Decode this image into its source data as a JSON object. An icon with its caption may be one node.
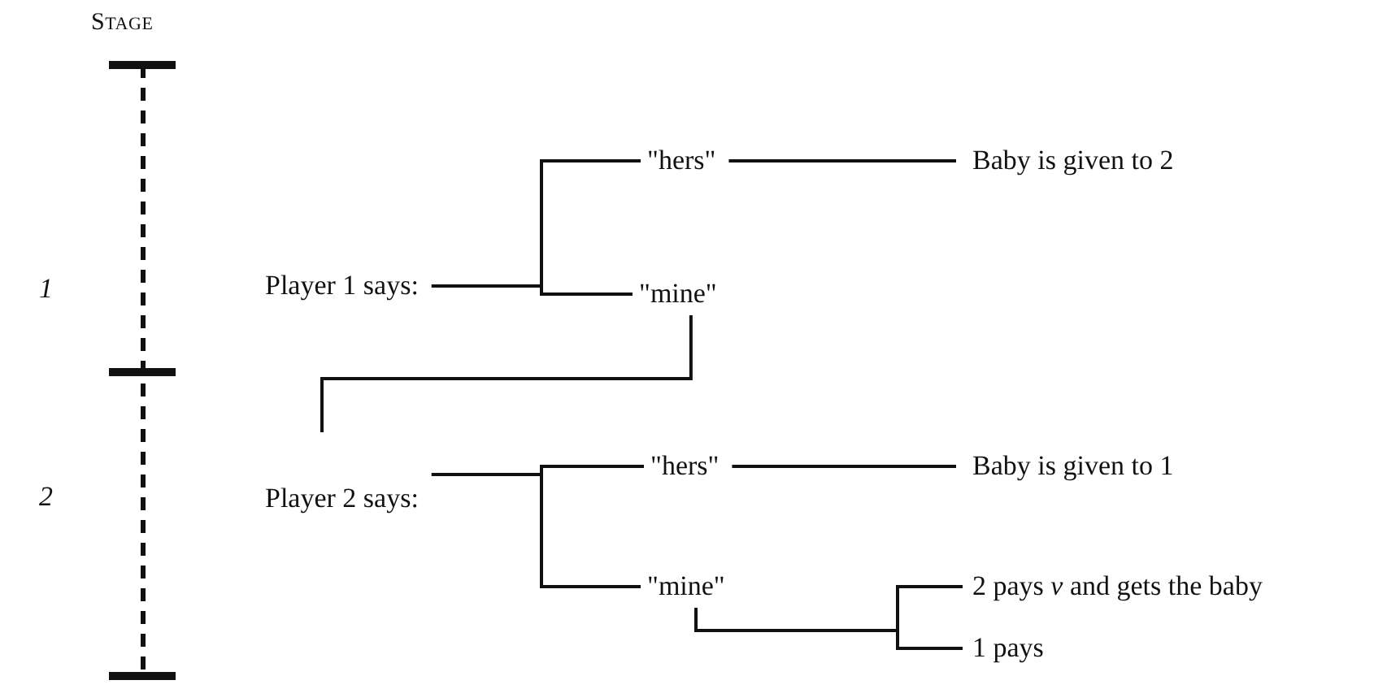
{
  "diagram": {
    "nodes": [
      {
        "text": [
          "Player 1 says:"
        ]
      },
      {
        "text": [
          "\"hers\""
        ]
      },
      {
        "text": [
          "\"mine\""
        ]
      },
      {
        "text": [
          "Baby is given to 2"
        ]
      },
      {
        "text": [
          "Player 2 says:"
        ]
      },
      {
        "text": [
          "\"hers\""
        ]
      },
      {
        "text": [
          "\"mine\""
        ]
      },
      {
        "text": [
          "Baby is given to 1"
        ]
      },
      {
        "text": [
          "2 pays *v* and gets the baby"
        ]
      },
      {
        "text": [
          "1 pays"
        ]
      }
    ],
    "edges": [
      {
        "from": 0,
        "to": 1,
        "arrow": "none"
      },
      {
        "from": 0,
        "to": 2,
        "arrow": "none"
      },
      {
        "from": 1,
        "to": 3,
        "arrow": "none"
      },
      {
        "from": 2,
        "to": 4,
        "arrow": "none"
      },
      {
        "from": 4,
        "to": 5,
        "arrow": "none"
      },
      {
        "from": 4,
        "to": 6,
        "arrow": "none"
      },
      {
        "from": 5,
        "to": 7,
        "arrow": "none"
      },
      {
        "from": 6,
        "to": 8,
        "arrow": "none"
      },
      {
        "from": 6,
        "to": 9,
        "arrow": "none"
      }
    ],
    "labels": [
      "Stage",
      "1",
      "2"
    ]
  }
}
